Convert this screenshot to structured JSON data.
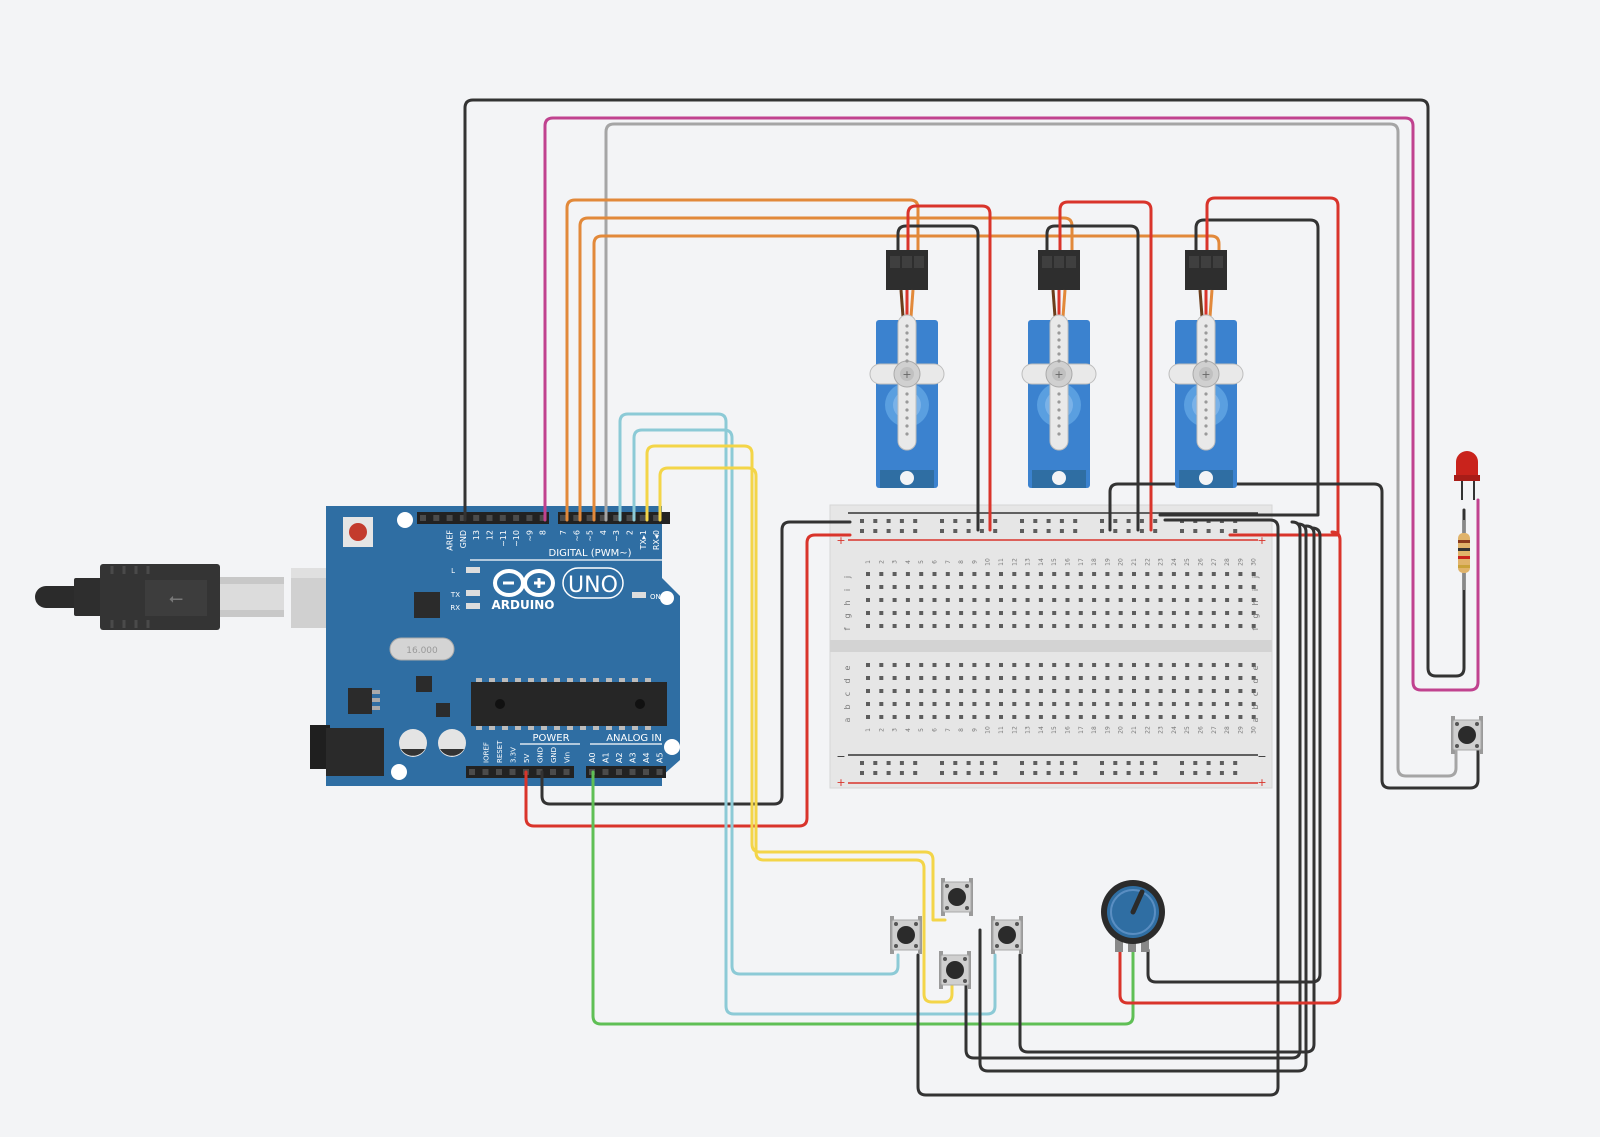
{
  "arduino": {
    "brand": "ARDUINO",
    "model": "UNO",
    "digital_header_label": "DIGITAL (PWM~)",
    "digital_pins": [
      "AREF",
      "GND",
      "13",
      "12",
      "~11",
      "~10",
      "~9",
      "8",
      "7",
      "~6",
      "~5",
      "4",
      "~3",
      "2",
      "TX▸1",
      "RX◂0"
    ],
    "power_label": "POWER",
    "power_pins": [
      "IOREF",
      "RESET",
      "3.3V",
      "5V",
      "GND",
      "GND",
      "Vin"
    ],
    "analog_label": "ANALOG IN",
    "analog_pins": [
      "A0",
      "A1",
      "A2",
      "A3",
      "A4",
      "A5"
    ],
    "led_labels": [
      "L",
      "TX",
      "RX"
    ],
    "on_label": "ON",
    "crystal_label": "16.000"
  },
  "breadboard": {
    "columns": [
      "1",
      "2",
      "3",
      "4",
      "5",
      "6",
      "7",
      "8",
      "9",
      "10",
      "11",
      "12",
      "13",
      "14",
      "15",
      "16",
      "17",
      "18",
      "19",
      "20",
      "21",
      "22",
      "23",
      "24",
      "25",
      "26",
      "27",
      "28",
      "29",
      "30"
    ],
    "rows_top": [
      "j",
      "i",
      "h",
      "g",
      "f"
    ],
    "rows_bottom": [
      "e",
      "d",
      "c",
      "b",
      "a"
    ],
    "rail_plus": "+",
    "rail_minus": "−"
  },
  "components": {
    "servos": [
      "servo-1",
      "servo-2",
      "servo-3"
    ],
    "pushbuttons": 5,
    "potentiometers": 1,
    "leds": 1,
    "resistors": 1
  },
  "colors": {
    "background": "#f3f4f6",
    "board": "#2f6ea3",
    "wire_black": "#333333",
    "wire_red": "#d9342b",
    "wire_orange": "#e2893a",
    "wire_pink": "#c0428f",
    "wire_gray": "#a5a5a5",
    "wire_cyan": "#8ccad6",
    "wire_yellow": "#f3d548",
    "wire_green": "#5fbf55",
    "servo_blue": "#3b82cf",
    "led_red": "#c9231c"
  }
}
